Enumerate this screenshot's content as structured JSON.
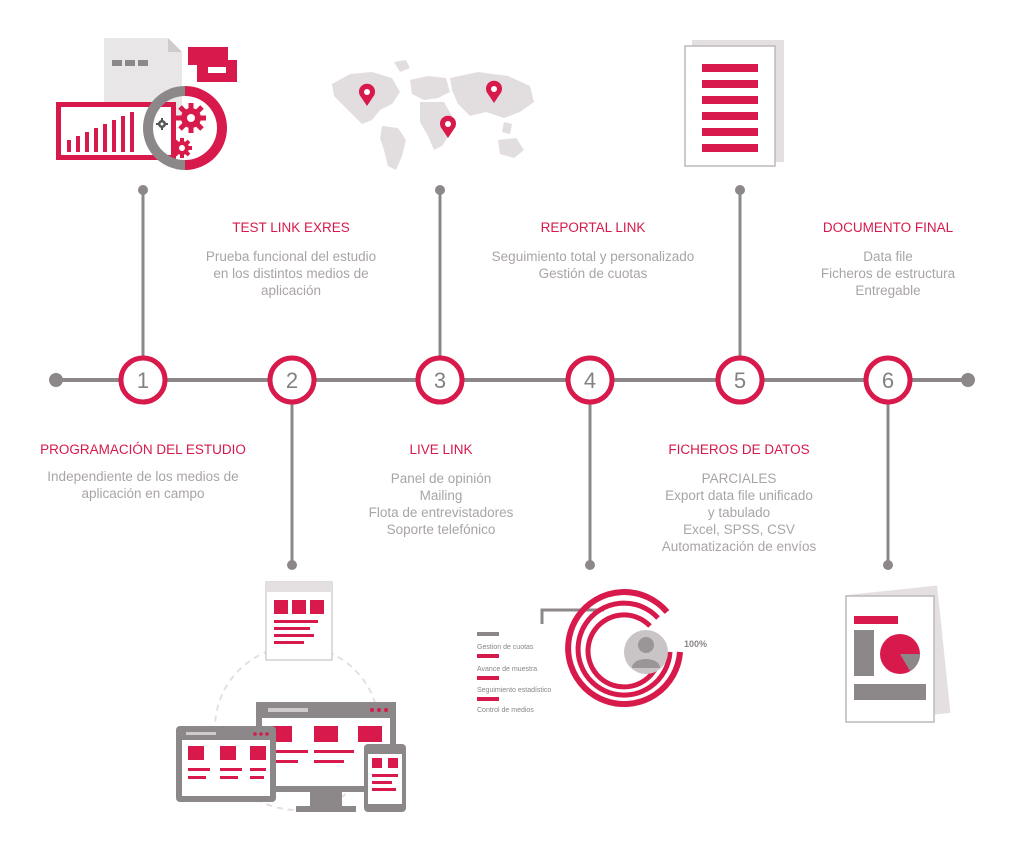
{
  "colors": {
    "accent": "#d7194b",
    "gray": "#8c8789",
    "light": "#e4e0e2",
    "text": "#a9a4a6"
  },
  "steps": [
    {
      "number": "1",
      "title": "PROGRAMACIÓN DEL ESTUDIO",
      "lines": [
        "Independiente de los medios de",
        "aplicación en campo"
      ]
    },
    {
      "number": "2",
      "title": "TEST LINK EXRES",
      "lines": [
        "Prueba funcional del estudio",
        "en los distintos medios de",
        "aplicación"
      ]
    },
    {
      "number": "3",
      "title": "LIVE LINK",
      "lines": [
        "Panel de opinión",
        "Mailing",
        "Flota de entrevistadores",
        "Soporte telefónico"
      ]
    },
    {
      "number": "4",
      "title": "REPORTAL LINK",
      "lines": [
        "Seguimiento total y personalizado",
        "Gestión de cuotas"
      ]
    },
    {
      "number": "5",
      "title": "FICHEROS DE DATOS",
      "lines": [
        "PARCIALES",
        "Export data file unificado",
        "y tabulado",
        "Excel, SPSS, CSV",
        "Automatización de envíos"
      ]
    },
    {
      "number": "6",
      "title": "DOCUMENTO FINAL",
      "lines": [
        "Data file",
        "Ficheros de estructura",
        "Entregable"
      ]
    }
  ],
  "dashboard": {
    "legend": [
      "Gestion de cuotas",
      "Avance de muestra",
      "Seguimiento estadístico",
      "Control de medios"
    ],
    "percent": "100%"
  },
  "icons": [
    "analytics-gears-icon",
    "world-map-pins-icon",
    "document-list-icon",
    "responsive-devices-icon",
    "dashboard-report-icon",
    "final-report-icon"
  ]
}
